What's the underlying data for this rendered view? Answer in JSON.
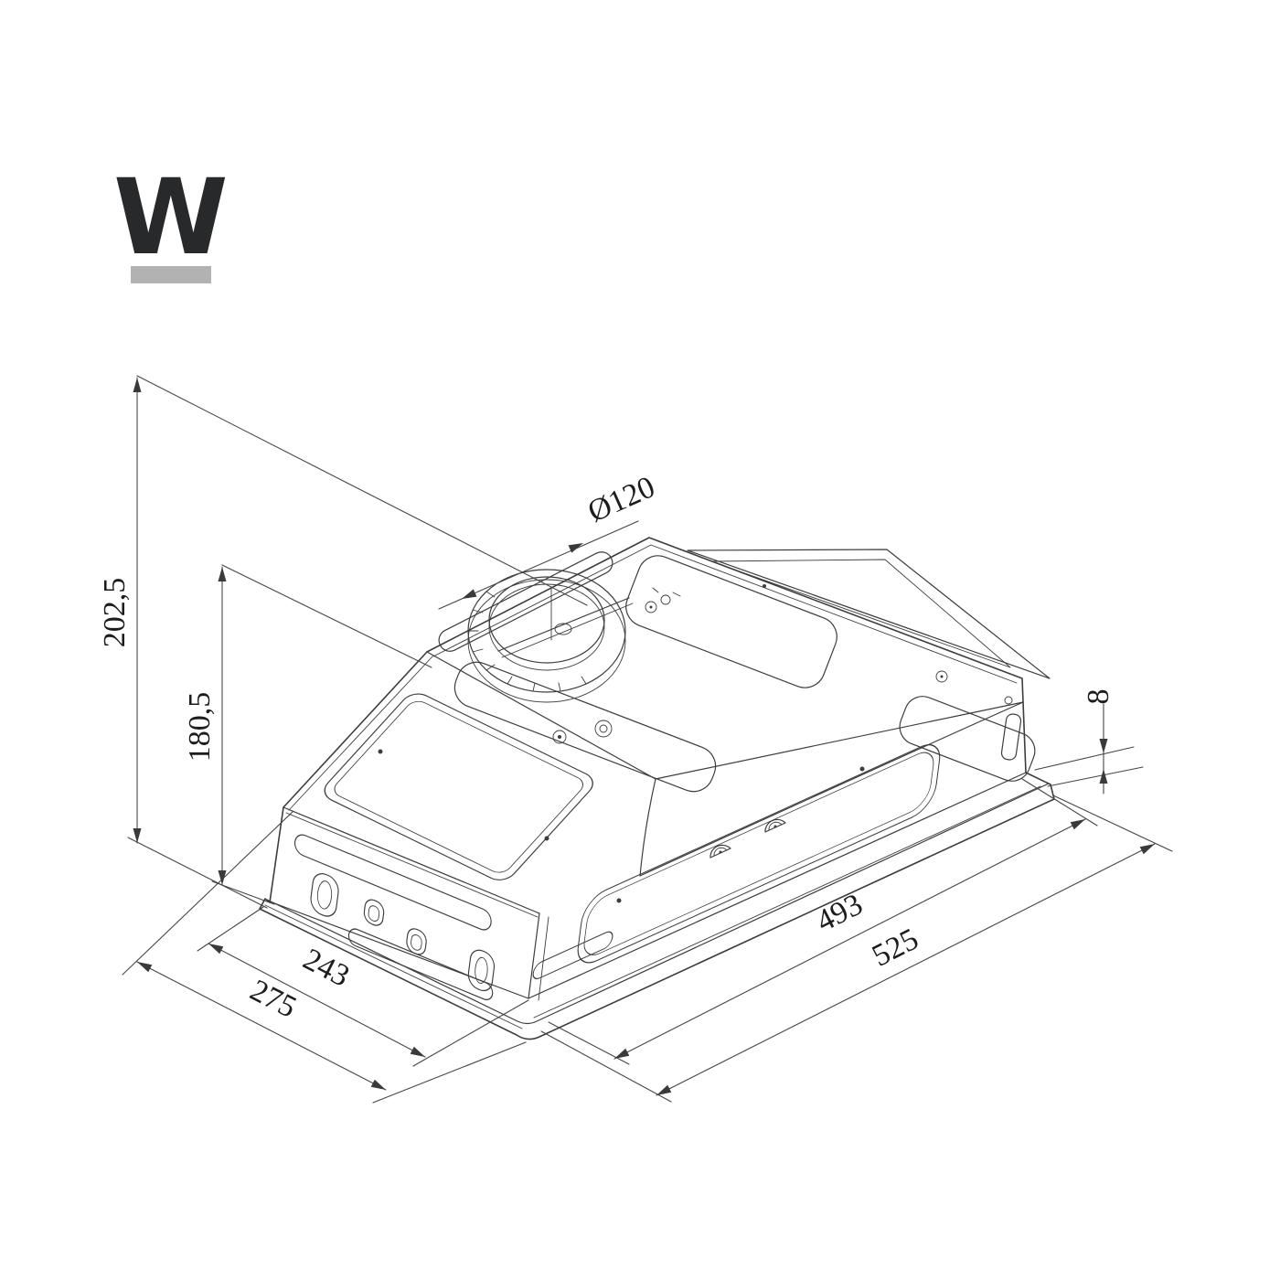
{
  "page": {
    "background_color": "#ffffff"
  },
  "logo": {
    "letter": "W",
    "letter_color": "#28292b",
    "underline_color": "#b2b2b2"
  },
  "drawing": {
    "line_color": "#3d3d3d",
    "dimension_line_color": "#464646",
    "label_color": "#1c1c1c",
    "dimensions": {
      "total_height": "202,5",
      "body_height": "180,5",
      "duct_diameter": "Ø120",
      "rim_height": "8",
      "inner_length": "493",
      "total_length": "525",
      "inner_depth": "243",
      "total_depth": "275"
    }
  }
}
